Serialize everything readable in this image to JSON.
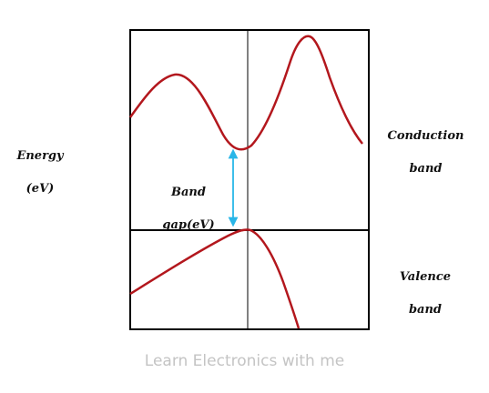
{
  "labels": {
    "energy_line1": "Energy",
    "energy_line2": "(eV)",
    "gap_line1": "Band",
    "gap_line2": "gap(eV)",
    "conduction_line1": "Conduction",
    "conduction_line2": "band",
    "valence_line1": "Valence",
    "valence_line2": "band"
  },
  "watermark": "Learn Electronics with me",
  "colors": {
    "curve": "#b3171d",
    "arrow": "#29b6e8",
    "frame": "#000000",
    "watermark": "#c4c4c4"
  }
}
